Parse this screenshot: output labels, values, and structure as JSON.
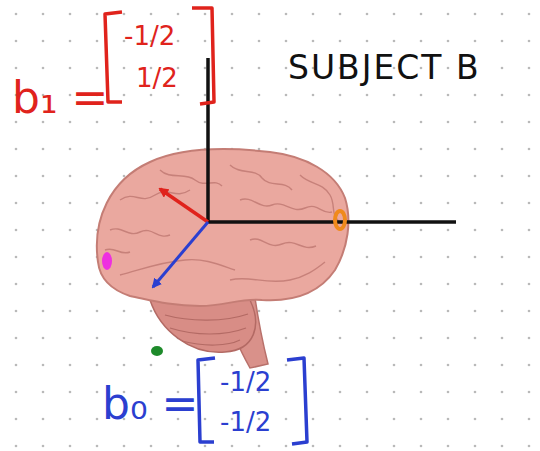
{
  "diagram": {
    "labels": [
      "SUBJECT B",
      "b₁ =",
      "-1/2",
      "1/2",
      "b₀ =",
      "-1/2",
      "-1/2"
    ]
  }
}
